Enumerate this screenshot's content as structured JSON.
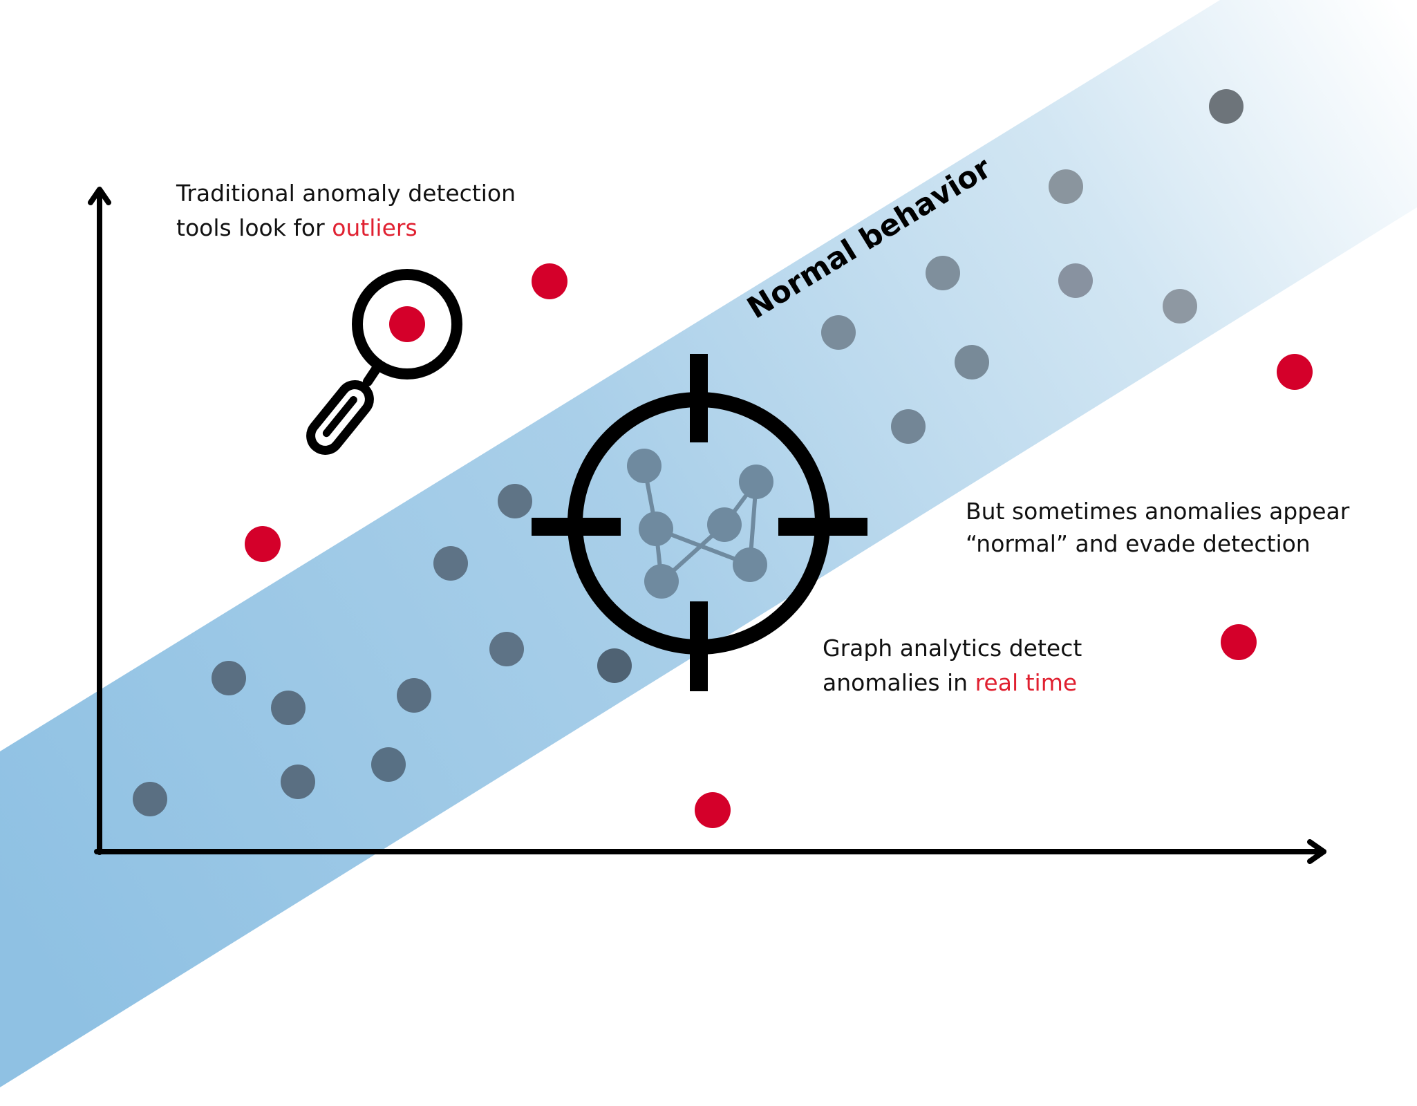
{
  "band": {
    "label": "Normal behavior",
    "color_start": "#8fc1e3",
    "color_end": "#ffffff"
  },
  "captions": {
    "traditional": {
      "line1": "Traditional anomaly detection",
      "line2_prefix": "tools look for ",
      "line2_highlight": "outliers"
    },
    "evade": {
      "line1": "But sometimes anomalies appear",
      "line2": "“normal” and evade detection"
    },
    "graph": {
      "line1": "Graph analytics detect",
      "line2_prefix": "anomalies in ",
      "line2_highlight": "real time"
    }
  },
  "colors": {
    "anomaly": "#d4002a",
    "normal_point": "#5a7289",
    "highlight_text": "#e02030",
    "axis": "#000000"
  },
  "icons": [
    "magnifier-icon",
    "crosshair-icon",
    "graph-network-icon"
  ]
}
